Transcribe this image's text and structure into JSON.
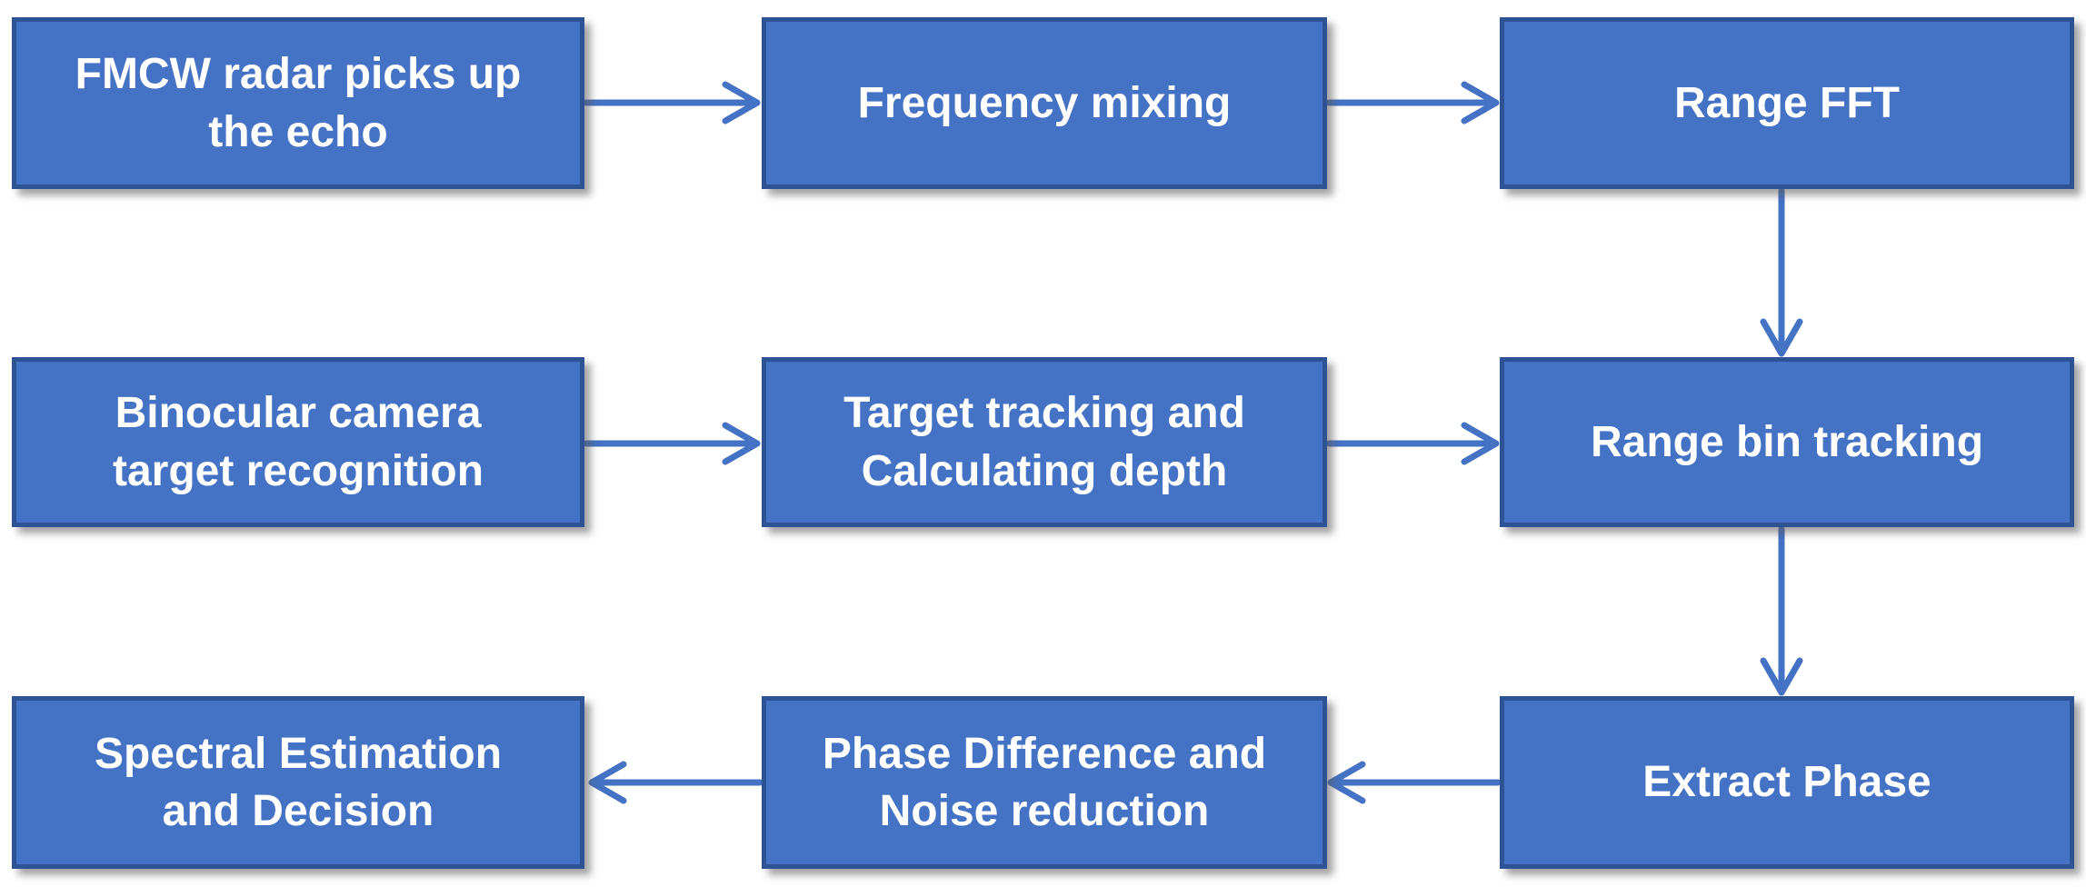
{
  "diagram": {
    "background_color": "#ffffff",
    "node_fill_color": "#4472c4",
    "node_border_color": "#2e5395",
    "node_text_color": "#ffffff",
    "arrow_color": "#4472c4",
    "nodes": [
      {
        "id": "fmcw-radar-echo",
        "label": "FMCW radar picks up\nthe echo"
      },
      {
        "id": "frequency-mixing",
        "label": "Frequency mixing"
      },
      {
        "id": "range-fft",
        "label": "Range FFT"
      },
      {
        "id": "binocular-camera",
        "label": "Binocular camera\ntarget recognition"
      },
      {
        "id": "target-tracking-depth",
        "label": "Target tracking and\nCalculating depth"
      },
      {
        "id": "range-bin-tracking",
        "label": "Range bin tracking"
      },
      {
        "id": "spectral-estimation",
        "label": "Spectral Estimation\nand Decision"
      },
      {
        "id": "phase-diff-noise",
        "label": "Phase Difference and\nNoise reduction"
      },
      {
        "id": "extract-phase",
        "label": "Extract Phase"
      }
    ],
    "arrows": [
      {
        "from": "fmcw-radar-echo",
        "to": "frequency-mixing"
      },
      {
        "from": "frequency-mixing",
        "to": "range-fft"
      },
      {
        "from": "range-fft",
        "to": "range-bin-tracking"
      },
      {
        "from": "binocular-camera",
        "to": "target-tracking-depth"
      },
      {
        "from": "target-tracking-depth",
        "to": "range-bin-tracking"
      },
      {
        "from": "range-bin-tracking",
        "to": "extract-phase"
      },
      {
        "from": "extract-phase",
        "to": "phase-diff-noise"
      },
      {
        "from": "phase-diff-noise",
        "to": "spectral-estimation"
      }
    ]
  }
}
